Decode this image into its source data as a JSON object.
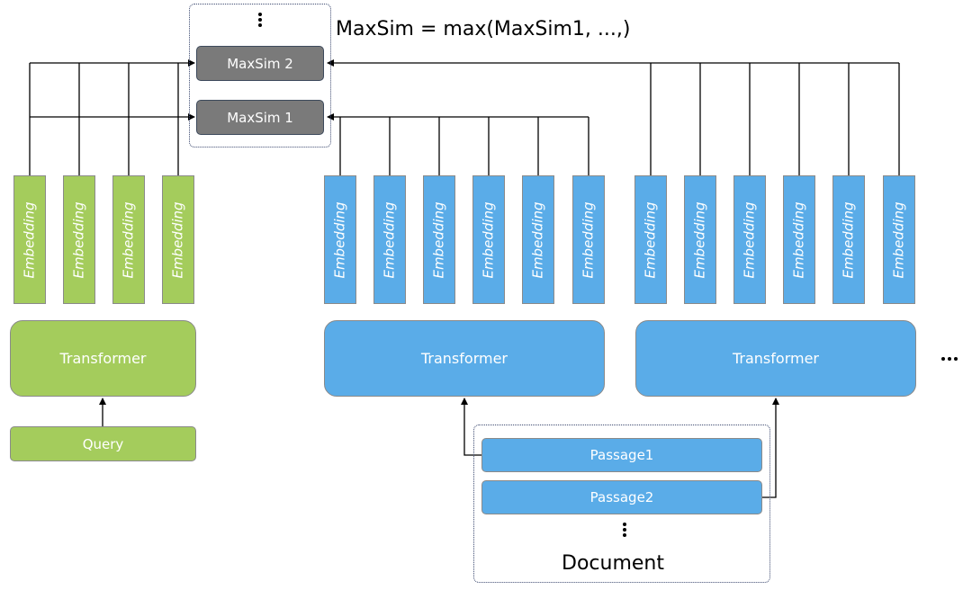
{
  "maxsim_formula": "MaxSim = max(MaxSim1, ...,)",
  "maxsim_labels": [
    "MaxSim 2",
    "MaxSim 1"
  ],
  "embedding_label": "Embedding",
  "transformer_label": "Transformer",
  "query_label": "Query",
  "passages": [
    "Passage1",
    "Passage2"
  ],
  "document_label": "Document",
  "colors": {
    "query_green": "#a4cc5c",
    "document_blue": "#5aace8",
    "maxsim_gray": "#7a7a7a"
  }
}
